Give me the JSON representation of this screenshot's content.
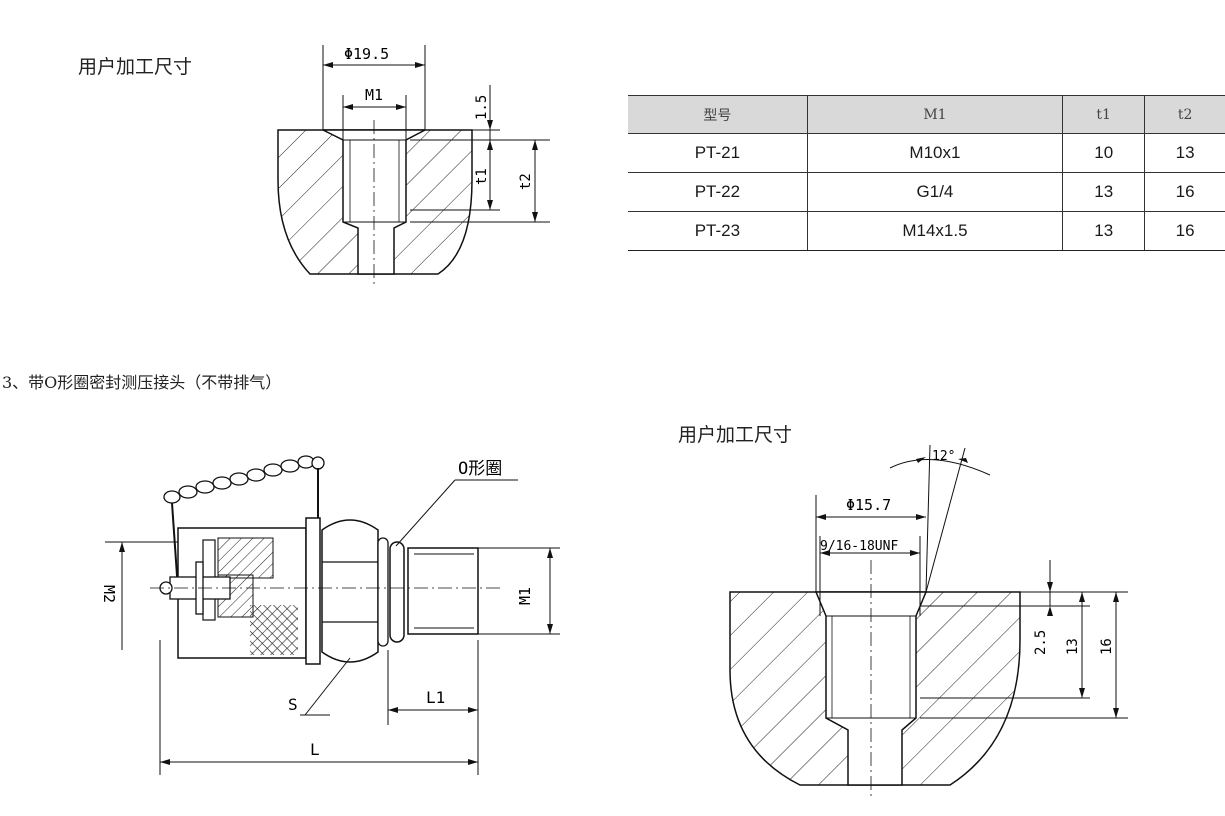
{
  "labels": {
    "user_machining_1": "用户加工尺寸",
    "user_machining_2": "用户加工尺寸",
    "section_3": "3、带O形圈密封测压接头（不带排气）"
  },
  "drawing1": {
    "dia": "Φ19.5",
    "m1": "M1",
    "dim_15": "1.5",
    "t1": "t1",
    "t2": "t2"
  },
  "table": {
    "headers": [
      "型号",
      "M1",
      "t1",
      "t2"
    ],
    "rows": [
      [
        "PT-21",
        "M10x1",
        "10",
        "13"
      ],
      [
        "PT-22",
        "G1/4",
        "13",
        "16"
      ],
      [
        "PT-23",
        "M14x1.5",
        "13",
        "16"
      ]
    ]
  },
  "drawing2": {
    "oring": "O形圈",
    "m2": "M2",
    "m1": "M1",
    "s": "S",
    "l1": "L1",
    "l": "L"
  },
  "drawing3": {
    "angle": "12°",
    "dia": "Φ15.7",
    "thread": "9/16-18UNF",
    "dim_25": "2.5",
    "dim_13": "13",
    "dim_16": "16"
  }
}
